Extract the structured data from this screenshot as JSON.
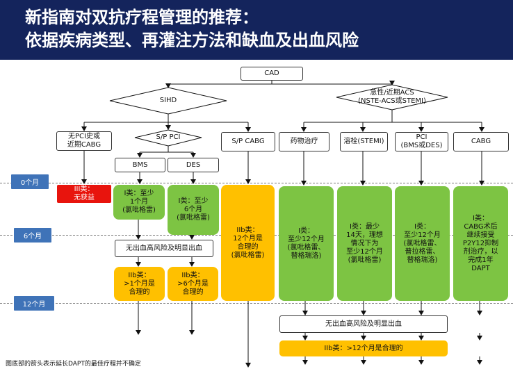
{
  "title": {
    "line1": "新指南对双抗疗程管理的推荐：",
    "line2": "依据疾病类型、再灌注方法和缺血及出血风险"
  },
  "timeline": {
    "month0": "0个月",
    "month6": "6个月",
    "month12": "12个月"
  },
  "nodes": {
    "cad": "CAD",
    "sihd": "SIHD",
    "acs": "急性/近期ACS\n(NSTE-ACS或STEMI)",
    "no_pci": "无PCI史或\n近期CABG",
    "sp_pci": "S/P PCI",
    "sp_cabg": "S/P CABG",
    "bms": "BMS",
    "des": "DES",
    "drug": "药物治疗",
    "lysis": "溶栓(STEMI)",
    "acs_pci": "PCI\n(BMS或DES)",
    "acs_cabg": "CABG"
  },
  "recommendations": {
    "no_pci_rec": "III类：\n无获益",
    "bms_rec": "I类：至少\n1个月\n(氯吡格雷)",
    "des_rec": "I类：至少\n6个月\n(氯吡格雷)",
    "cabg_rec": "IIb类：\n12个月是\n合理的\n(氯吡格雷)",
    "drug_rec": "I类：\n至少12个月\n(氯吡格雷、\n替格瑞洛)",
    "lysis_rec": "I类：最少\n14天，理想\n情况下为\n至少12个月\n(氯吡格雷)",
    "pci_rec": "I类：\n至少12个月\n(氯吡格雷、\n普拉格雷、\n替格瑞洛)",
    "acs_cabg_rec": "I类：\nCABG术后\n继续接受\nP2Y12抑制\n剂治疗，以\n完成1年\nDAPT",
    "no_bleed_sihd": "无出血高风险及明显出血",
    "bms_ext": "IIb类：\n>1个月是\n合理的",
    "des_ext": "IIb类：\n>6个月是\n合理的",
    "no_bleed_acs": "无出血高风险及明显出血",
    "acs_ext": "IIb类：>12个月是合理的"
  },
  "footnote": "图底部的箭头表示延长DAPT的最佳疗程并不确定",
  "colors": {
    "header_bg": "#14245c",
    "green": "#7dc443",
    "yellow": "#ffc000",
    "red": "#e8140d",
    "tab_blue": "#3f73b8"
  }
}
